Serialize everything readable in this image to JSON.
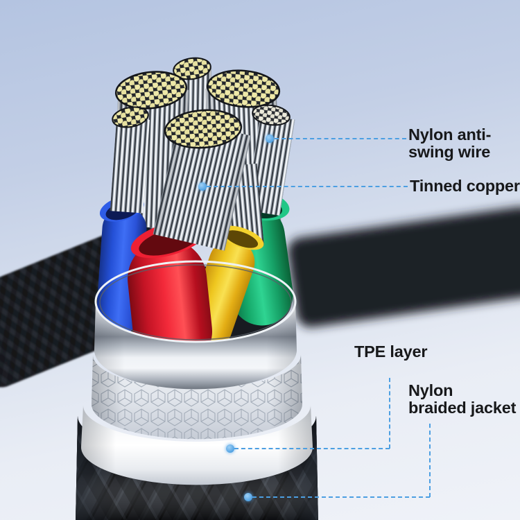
{
  "scene": {
    "description": "Product diagram of a braided USB cable cut open to show its internal construction layers"
  },
  "colors": {
    "accent": "#4c9fe2",
    "text": "#17181a",
    "background-top": "#b4c4e1",
    "background-bottom": "#eff2f8",
    "wire-blue": "#2e5ce8",
    "wire-red": "#ee2033",
    "wire-yellow": "#f4d22e",
    "wire-green": "#21c787",
    "copper-tip": "#eee8a8",
    "tinned-strand": "#d7dce2",
    "chrome-ring": "#c3c9d2",
    "shield-silver": "#e8ebf0",
    "tpe-white": "#ffffff",
    "jacket-black": "#181a1f"
  },
  "annotations": [
    {
      "id": "nylon-anti-swing-wire",
      "text": "Nylon anti-swing wire",
      "lines": [
        "Nylon anti-",
        "swing wire"
      ]
    },
    {
      "id": "tinned-copper",
      "text": "Tinned copper",
      "lines": [
        "Tinned copper",
        ""
      ]
    },
    {
      "id": "tpe-layer",
      "text": "TPE layer",
      "lines": [
        "TPE layer",
        ""
      ]
    },
    {
      "id": "nylon-braided-jacket",
      "text": "Nylon braided jacket",
      "lines": [
        "Nylon",
        "braided jacket"
      ]
    }
  ]
}
